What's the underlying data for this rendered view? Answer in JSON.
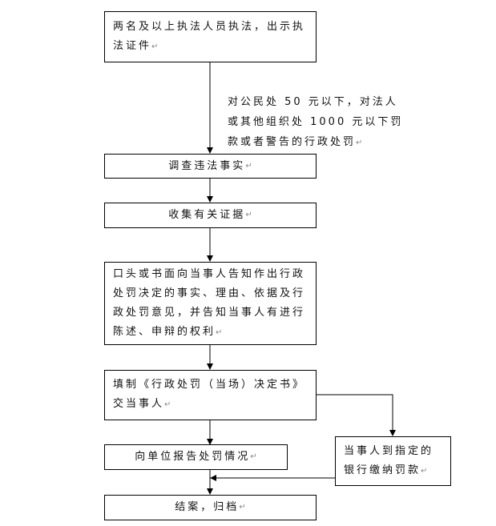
{
  "nodes": {
    "step1": "两名及以上执法人员执法，出示执法证件",
    "condition": "对公民处 50 元以下，对法人或其他组织处 1000 元以下罚款或者警告的行政处罚",
    "step2": "调查违法事实",
    "step3": "收集有关证据",
    "step4": "口头或书面向当事人告知作出行政处罚决定的事实、理由、依据及行政处罚意见，并告知当事人有进行陈述、申辩的权利",
    "step5": "填制《行政处罚（当场）决定书》交当事人",
    "step6": "向单位报告处罚情况",
    "step7": "当事人到指定的银行缴纳罚款",
    "step8": "结案，归档"
  },
  "paragraph_mark": "↵"
}
